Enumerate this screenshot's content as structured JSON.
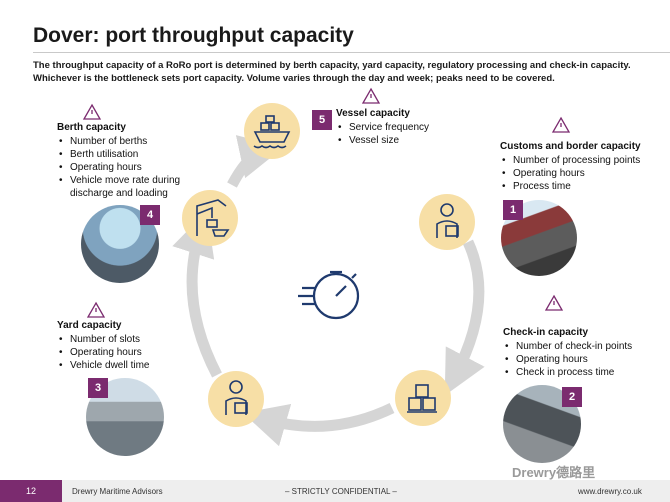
{
  "title": "Dover: port throughput capacity",
  "intro": "The throughput capacity of a RoRo port is determined by berth capacity, yard capacity, regulatory processing and check-in capacity. Whichever is the bottleneck sets port capacity. Volume varies through the day and week; peaks need to be covered.",
  "steps": [
    {
      "number": "5",
      "heading": "Vessel capacity",
      "items": [
        "Service frequency",
        "Vessel size"
      ]
    },
    {
      "number": "4",
      "heading": "Berth capacity",
      "items": [
        "Number of berths",
        "Berth utilisation",
        "Operating hours",
        "Vehicle move rate during discharge and loading"
      ]
    },
    {
      "number": "1",
      "heading": "Customs and border capacity",
      "items": [
        "Number of processing points",
        "Operating hours",
        "Process time"
      ]
    },
    {
      "number": "3",
      "heading": "Yard capacity",
      "items": [
        "Number of slots",
        "Operating hours",
        "Vehicle dwell time"
      ]
    },
    {
      "number": "2",
      "heading": "Check-in capacity",
      "items": [
        "Number of check-in points",
        "Operating hours",
        "Check in process time"
      ]
    }
  ],
  "colors": {
    "accent": "#7b2b6f",
    "node_fill": "#f7dfa6",
    "arrow": "#d5d5d5",
    "icon_blue": "#1f3a6e"
  },
  "icons": {
    "center": "stopwatch-icon",
    "warning": "warning-icon"
  },
  "footer": {
    "page": "12",
    "company": "Drewry Maritime Advisors",
    "confidential": "– STRICTLY CONFIDENTIAL –",
    "website": "www.drewry.co.uk"
  },
  "watermark": "Drewry德路里"
}
